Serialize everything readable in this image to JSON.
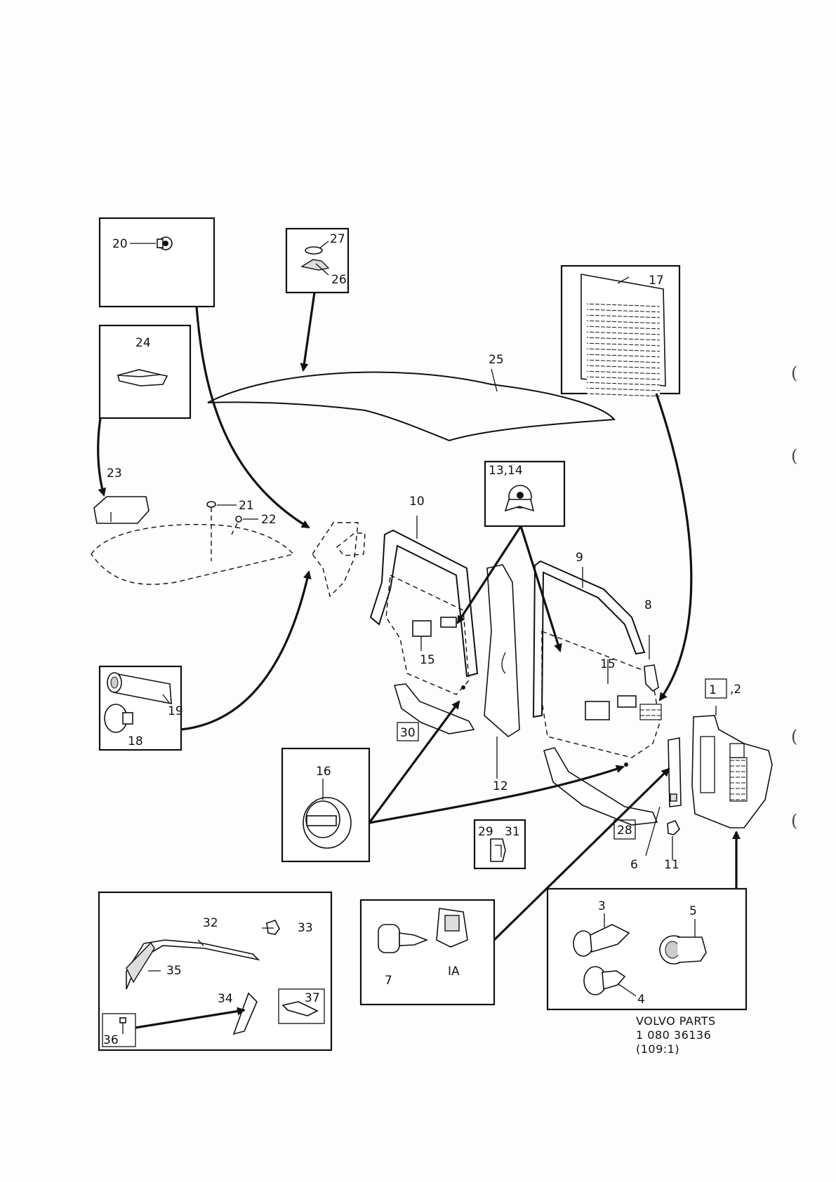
{
  "diagram": {
    "labels": {
      "l1": "1",
      "l2": ",2",
      "l3": "3",
      "l4": "4",
      "l5": "5",
      "l6": "6",
      "l7": "7",
      "l8": "8",
      "l9": "9",
      "l10": "10",
      "l11": "11",
      "l12": "12",
      "l13_14": "13,14",
      "l15a": "15",
      "l15b": "15",
      "l16": "16",
      "l17": "17",
      "l18": "18",
      "l19": "19",
      "l20": "20",
      "l21": "21",
      "l22": "22",
      "l23": "23",
      "l24": "24",
      "l25": "25",
      "l26": "26",
      "l27": "27",
      "l28": "28",
      "l29": "29",
      "l30": "30",
      "l31": "31",
      "l32": "32",
      "l33": "33",
      "l34": "34",
      "l35": "35",
      "l36": "36",
      "l37": "37",
      "lIA": "IA"
    },
    "reference": {
      "line1": "VOLVO PARTS",
      "line2": "1 080  36136",
      "line3": "(109:1)"
    },
    "margin_marks": [
      "(",
      "(",
      "(",
      "("
    ]
  }
}
